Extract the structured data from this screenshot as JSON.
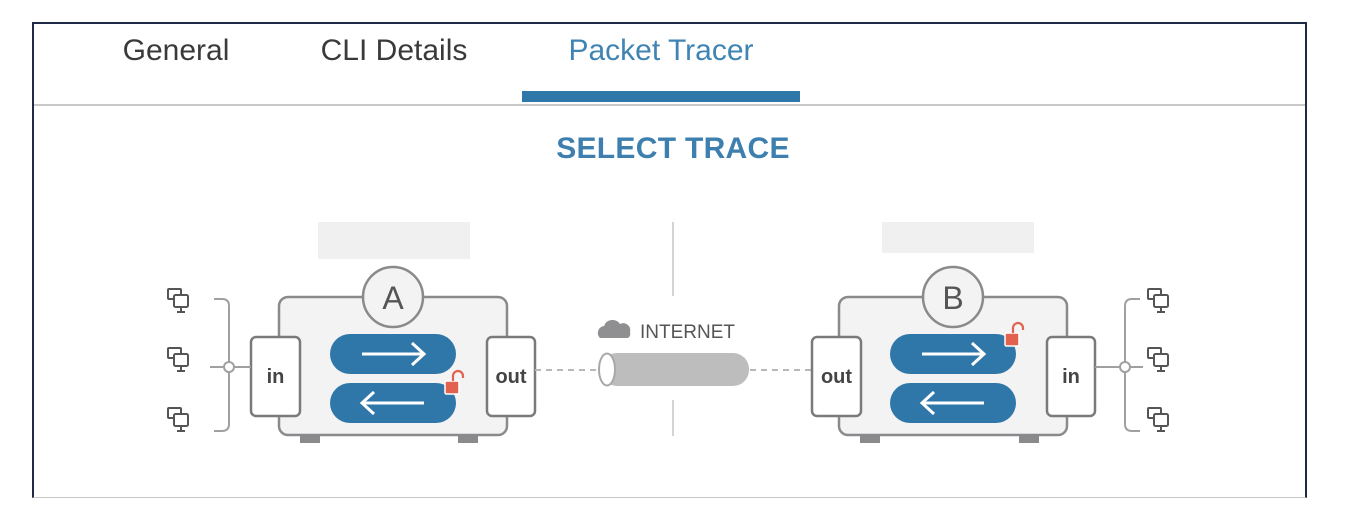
{
  "tabs": [
    {
      "label": "General"
    },
    {
      "label": "CLI Details"
    },
    {
      "label": "Packet Tracer"
    }
  ],
  "active_tab": "Packet Tracer",
  "title": "SELECT TRACE",
  "device_a": {
    "letter": "A",
    "left_port": "in",
    "right_port": "out"
  },
  "device_b": {
    "letter": "B",
    "left_port": "out",
    "right_port": "in"
  },
  "internet_label": "INTERNET",
  "colors": {
    "accent": "#3f84b2",
    "arrow_pill": "#2f77a9",
    "lock": "#e2624f",
    "box_stroke": "#8a8a8d",
    "tube": "#bdbdbd"
  }
}
